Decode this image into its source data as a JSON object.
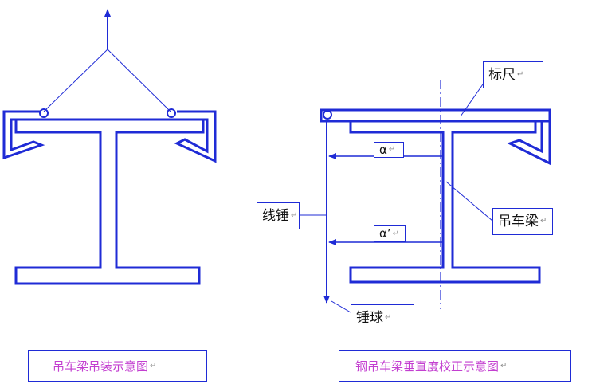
{
  "colors": {
    "line": "#1f2bd6",
    "caption": "#c33fd0",
    "text": "#111111"
  },
  "labels": {
    "ruler": "标尺",
    "beam": "吊车梁",
    "plumb_line": "线锤",
    "plumb_bob": "锤球",
    "alpha": "α",
    "alpha_prime": "α’"
  },
  "captions": {
    "left": "吊车梁吊装示意图",
    "right": "钢吊车梁垂直度校正示意图"
  },
  "para_mark": "↵"
}
